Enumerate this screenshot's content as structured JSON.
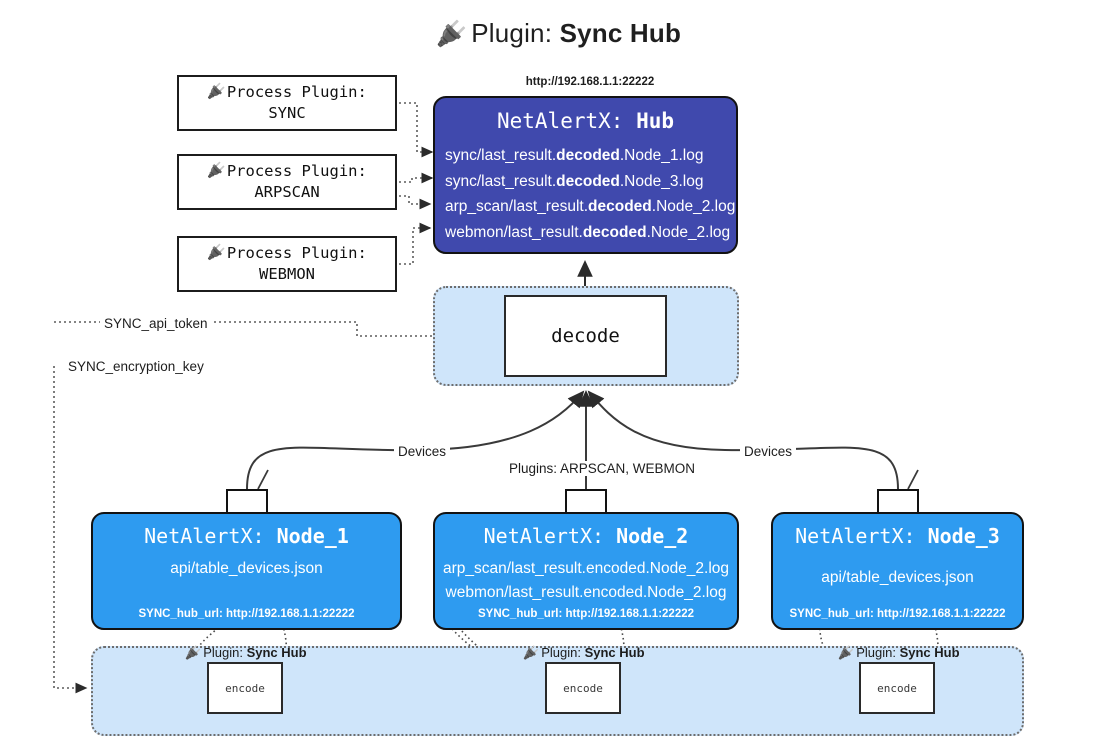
{
  "title": {
    "icon": "plug-icon",
    "prefix": "Plugin: ",
    "name": "Sync Hub"
  },
  "process_plugins": [
    {
      "label": "Process Plugin:",
      "name": "SYNC"
    },
    {
      "label": "Process Plugin:",
      "name": "ARPSCAN"
    },
    {
      "label": "Process Plugin:",
      "name": "WEBMON"
    }
  ],
  "hub": {
    "url": "http://192.168.1.1:22222",
    "title_prefix": "NetAlertX: ",
    "title_name": "Hub",
    "logs": [
      {
        "pre": "sync/last_result.",
        "em": "decoded",
        "post": ".Node_1.log"
      },
      {
        "pre": "sync/last_result.",
        "em": "decoded",
        "post": ".Node_3.log"
      },
      {
        "pre": "arp_scan/last_result.",
        "em": "decoded",
        "post": ".Node_2.log"
      },
      {
        "pre": "webmon/last_result.",
        "em": "decoded",
        "post": ".Node_2.log"
      }
    ]
  },
  "decode": {
    "label": "decode"
  },
  "wire_labels": {
    "api_token": "SYNC_api_token",
    "encryption_key": "SYNC_encryption_key",
    "devices_left": "Devices",
    "devices_right": "Devices",
    "plugins_middle": "Plugins: ARPSCAN, WEBMON"
  },
  "nodes": [
    {
      "title_prefix": "NetAlertX: ",
      "title_name": "Node_1",
      "lines": [
        "api/table_devices.json"
      ],
      "hub_url": "SYNC_hub_url: http://192.168.1.1:22222"
    },
    {
      "title_prefix": "NetAlertX: ",
      "title_name": "Node_2",
      "lines": [
        "arp_scan/last_result.encoded.Node_2.log",
        "webmon/last_result.encoded.Node_2.log"
      ],
      "hub_url": "SYNC_hub_url: http://192.168.1.1:22222"
    },
    {
      "title_prefix": "NetAlertX: ",
      "title_name": "Node_3",
      "lines": [
        "api/table_devices.json"
      ],
      "hub_url": "SYNC_hub_url: http://192.168.1.1:22222"
    }
  ],
  "encoders": [
    {
      "plugin_prefix": "Plugin: ",
      "plugin_name": "Sync Hub",
      "label": "encode"
    },
    {
      "plugin_prefix": "Plugin: ",
      "plugin_name": "Sync Hub",
      "label": "encode"
    },
    {
      "plugin_prefix": "Plugin: ",
      "plugin_name": "Sync Hub",
      "label": "encode"
    }
  ],
  "colors": {
    "hub": "#4049ad",
    "node": "#2e9bf0",
    "zone": "#cfe5fa",
    "stroke": "#121212"
  }
}
